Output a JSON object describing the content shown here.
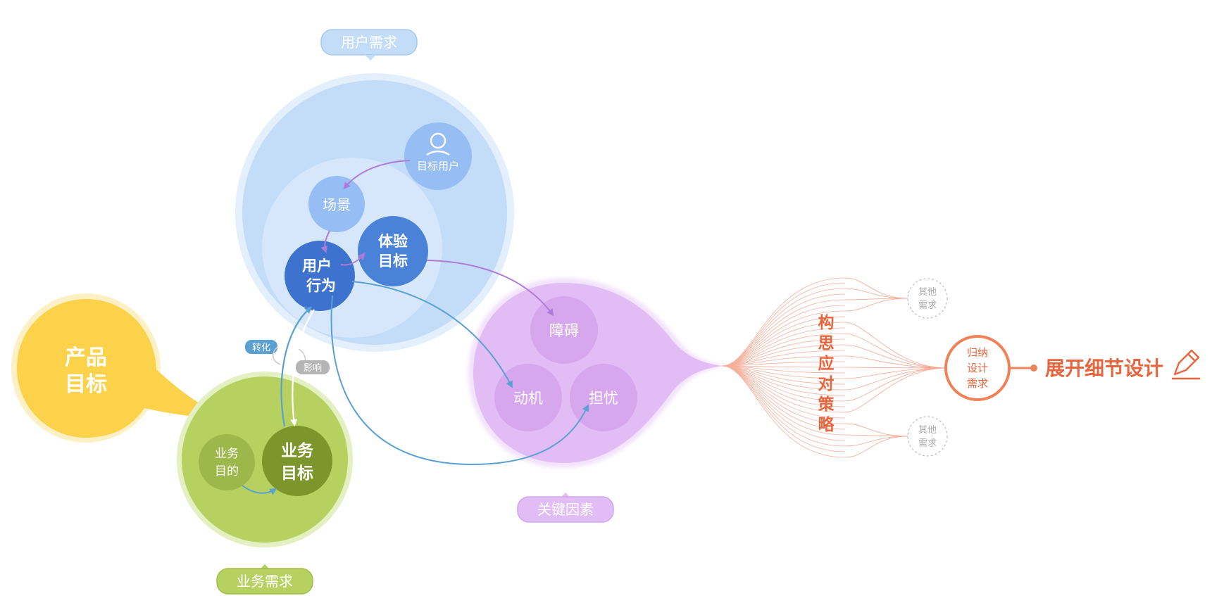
{
  "labels": {
    "user_needs": "用户需求",
    "business_needs": "业务需求",
    "key_factors": "关键因素"
  },
  "product_goal": [
    "产品",
    "目标"
  ],
  "user_circle": {
    "target_user": "目标用户",
    "scene": "场景",
    "user_behavior": [
      "用户",
      "行为"
    ],
    "experience_goal": [
      "体验",
      "目标"
    ]
  },
  "business_circle": {
    "business_purpose": [
      "业务",
      "目的"
    ],
    "business_goal": [
      "业务",
      "目标"
    ]
  },
  "tags": {
    "conversion": "转化",
    "influence": "影响"
  },
  "factors": {
    "obstacle": "障碍",
    "motivation": "动机",
    "worry": "担忧"
  },
  "strategy": [
    "构",
    "思",
    "应",
    "对",
    "策",
    "略"
  ],
  "other_needs_top": [
    "其他",
    "需求"
  ],
  "other_needs_bottom": [
    "其他",
    "需求"
  ],
  "summarize": [
    "归纳",
    "设计",
    "需求"
  ],
  "detail_design": "展开细节设计",
  "icons": {
    "user": "user-icon",
    "pencil": "pencil-icon"
  },
  "colors": {
    "blue_outer": "#c3dcf8",
    "blue_inner": "#d6e7fb",
    "blue_dark": "#3f78d3",
    "green_outer": "#b6d15f",
    "green_dark": "#7c962c",
    "yellow": "#fcd24a",
    "purple": "#e2bdf5",
    "orange": "#f0825a"
  }
}
